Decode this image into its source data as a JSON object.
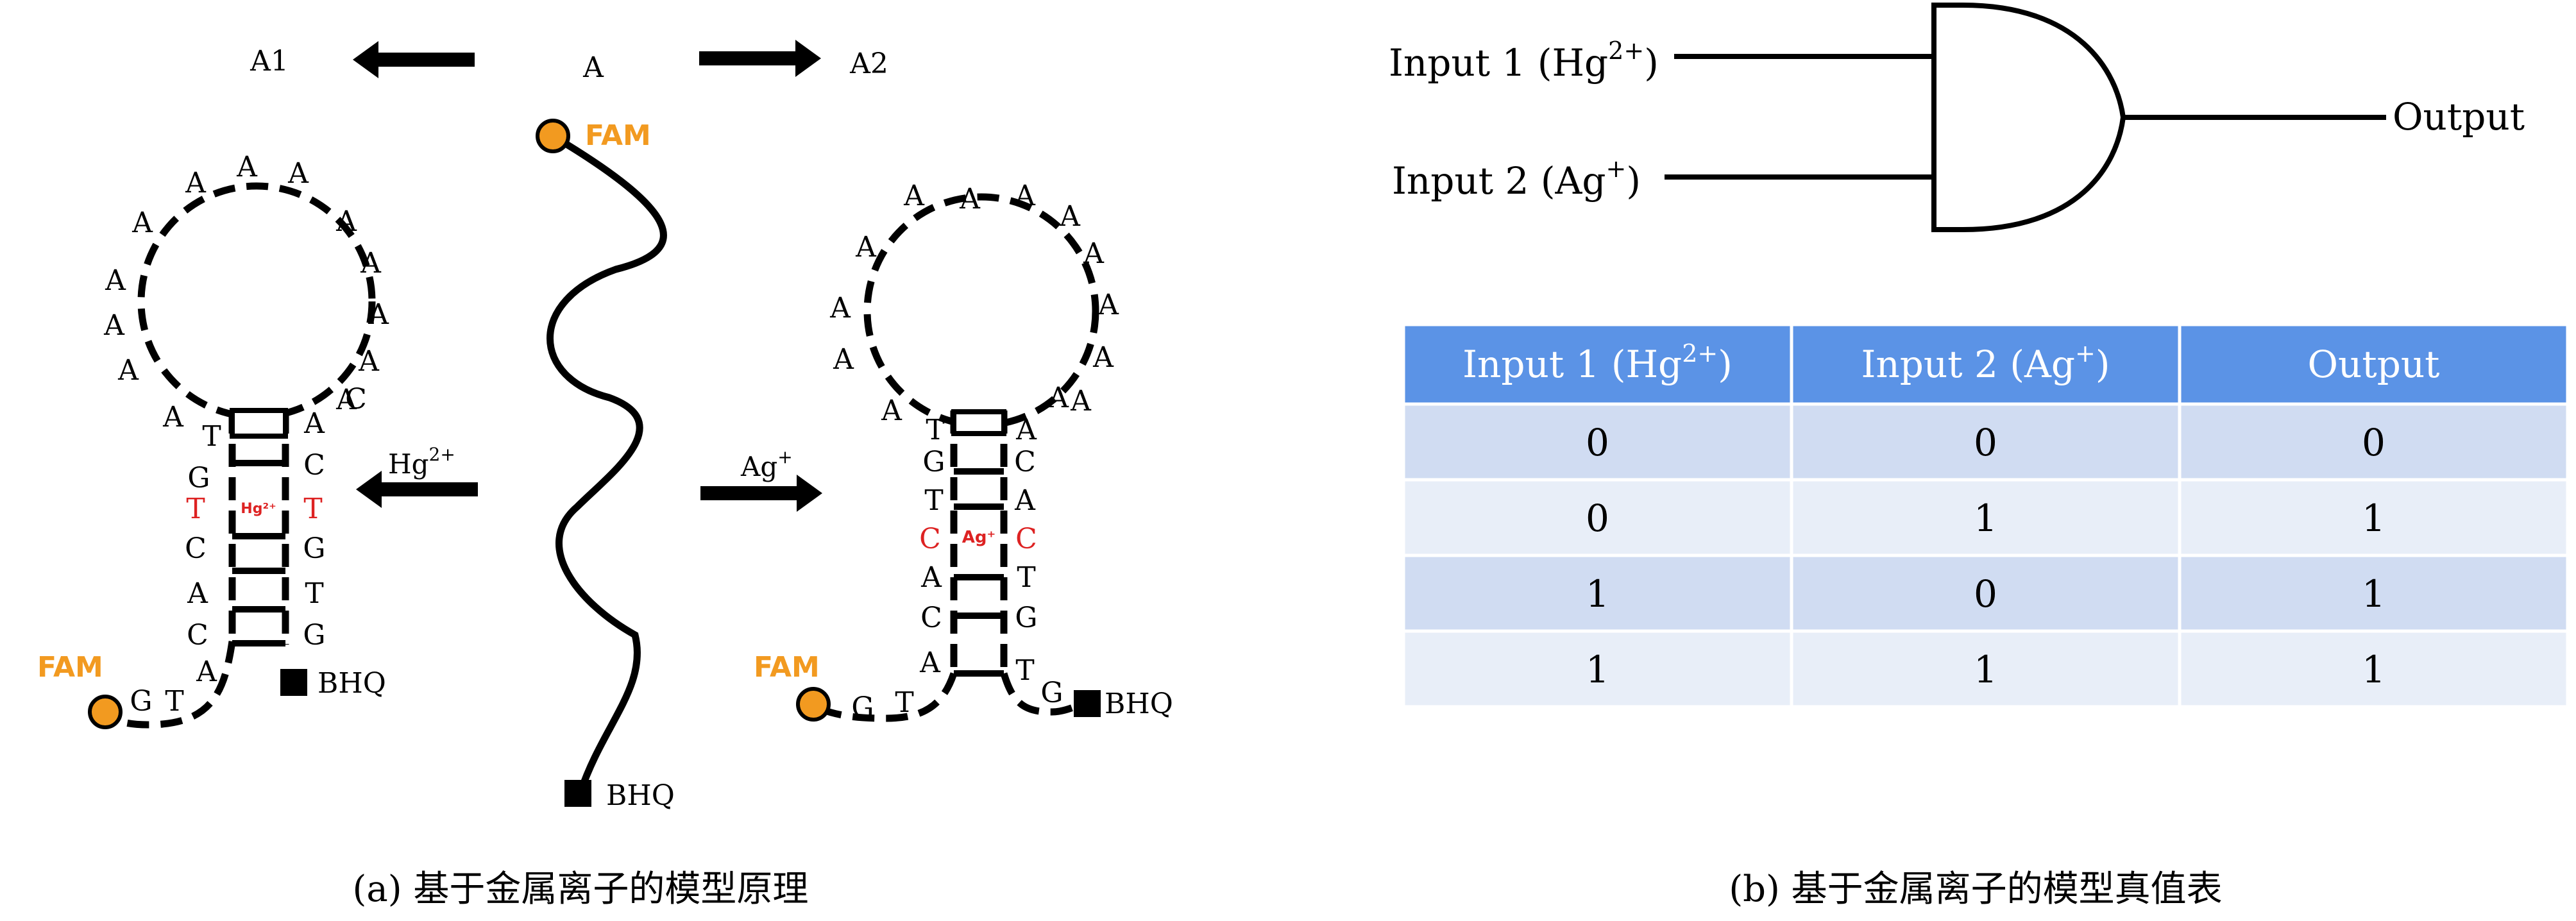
{
  "panel_a": {
    "top_label_a": "A",
    "top_label_a1": "A1",
    "top_label_a2": "A2",
    "fam": "FAM",
    "bhq": "BHQ",
    "hg_arrow_base": "Hg",
    "hg_arrow_sup": "2+",
    "ag_arrow_base": "Ag",
    "ag_arrow_sup": "+",
    "hg_bridge": "Hg²⁺",
    "ag_bridge": "Ag⁺",
    "hairpin_left": {
      "loop_left": [
        "A",
        "A",
        "A",
        "A",
        "A",
        "A"
      ],
      "loop_top": [
        "A",
        "A",
        "A"
      ],
      "loop_right": [
        "A",
        "A",
        "A",
        "A",
        "C"
      ],
      "stem_left": [
        "T",
        "G",
        "T",
        "C",
        "A",
        "C",
        "A"
      ],
      "stem_right": [
        "A",
        "C",
        "T",
        "G",
        "T",
        "G"
      ],
      "tail": [
        "T",
        "G"
      ]
    },
    "hairpin_right": {
      "loop_left": [
        "A",
        "A",
        "A",
        "A",
        "A"
      ],
      "loop_top": [
        "A",
        "A",
        "A"
      ],
      "loop_right": [
        "A",
        "A",
        "A",
        "A",
        "A"
      ],
      "stem_left": [
        "T",
        "G",
        "T",
        "C",
        "A",
        "C",
        "A"
      ],
      "stem_right": [
        "A",
        "C",
        "A",
        "C",
        "T",
        "G",
        "T"
      ],
      "tail_left": [
        "T",
        "G"
      ],
      "tail_right": [
        "G"
      ]
    },
    "caption": "(a) 基于金属离子的模型原理"
  },
  "panel_b": {
    "gate": {
      "input1_prefix": "Input 1 (Hg",
      "input1_sup": "2+",
      "input1_suffix": ")",
      "input2_prefix": "Input 2 (Ag",
      "input2_sup": "+",
      "input2_suffix": ")",
      "output": "Output"
    },
    "table": {
      "headers": [
        {
          "prefix": "Input 1 (Hg",
          "sup": "2+",
          "suffix": ")"
        },
        {
          "prefix": "Input 2 (Ag",
          "sup": "+",
          "suffix": ")"
        },
        {
          "prefix": "Output",
          "sup": "",
          "suffix": ""
        }
      ],
      "rows": [
        [
          "0",
          "0",
          "0"
        ],
        [
          "0",
          "1",
          "1"
        ],
        [
          "1",
          "0",
          "1"
        ],
        [
          "1",
          "1",
          "1"
        ]
      ]
    },
    "caption": "(b) 基于金属离子的模型真值表"
  },
  "colors": {
    "fam_orange": "#f29a20",
    "highlight_red": "#dd2222",
    "table_header": "#5b93e6",
    "row_dark": "#d0dcf2",
    "row_light": "#e8eef8"
  }
}
